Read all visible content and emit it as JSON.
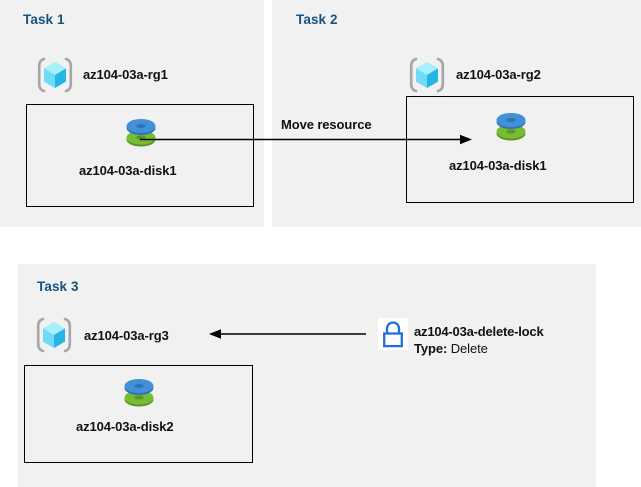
{
  "diagram": {
    "title_color": "#16537e",
    "panel_bg": "#f1f1f1",
    "canvas_bg": "#ffffff"
  },
  "panels": [
    {
      "id": "task1",
      "title": "Task 1",
      "resource_group": {
        "icon": "resource-group-icon",
        "label": "az104-03a-rg1"
      },
      "box": {
        "resource": {
          "icon": "disk-icon",
          "label": "az104-03a-disk1"
        }
      }
    },
    {
      "id": "task2",
      "title": "Task 2",
      "resource_group": {
        "icon": "resource-group-icon",
        "label": "az104-03a-rg2"
      },
      "box": {
        "resource": {
          "icon": "disk-icon",
          "label": "az104-03a-disk1"
        }
      }
    },
    {
      "id": "task3",
      "title": "Task 3",
      "resource_group": {
        "icon": "resource-group-icon",
        "label": "az104-03a-rg3"
      },
      "box": {
        "resource": {
          "icon": "disk-icon",
          "label": "az104-03a-disk2"
        }
      }
    }
  ],
  "connectors": [
    {
      "id": "move-resource",
      "label": "Move resource",
      "direction": "right",
      "color": "#000000"
    },
    {
      "id": "lock-applies-to-rg3",
      "label": "",
      "direction": "left",
      "color": "#000000"
    }
  ],
  "lock": {
    "icon": "lock-icon",
    "name": "az104-03a-delete-lock",
    "type_label": "Type:",
    "type_value": "Delete",
    "color": "#1f6fdd"
  },
  "icon_colors": {
    "cube_light": "#7ee8fb",
    "cube_mid": "#38c6ef",
    "cube_dark": "#1b9dd9",
    "bracket": "#a6a6a6",
    "disk_blue_top": "#3f8fd8",
    "disk_blue_side": "#2f74b8",
    "disk_green_top": "#72b830",
    "disk_green_side": "#5a9626"
  }
}
